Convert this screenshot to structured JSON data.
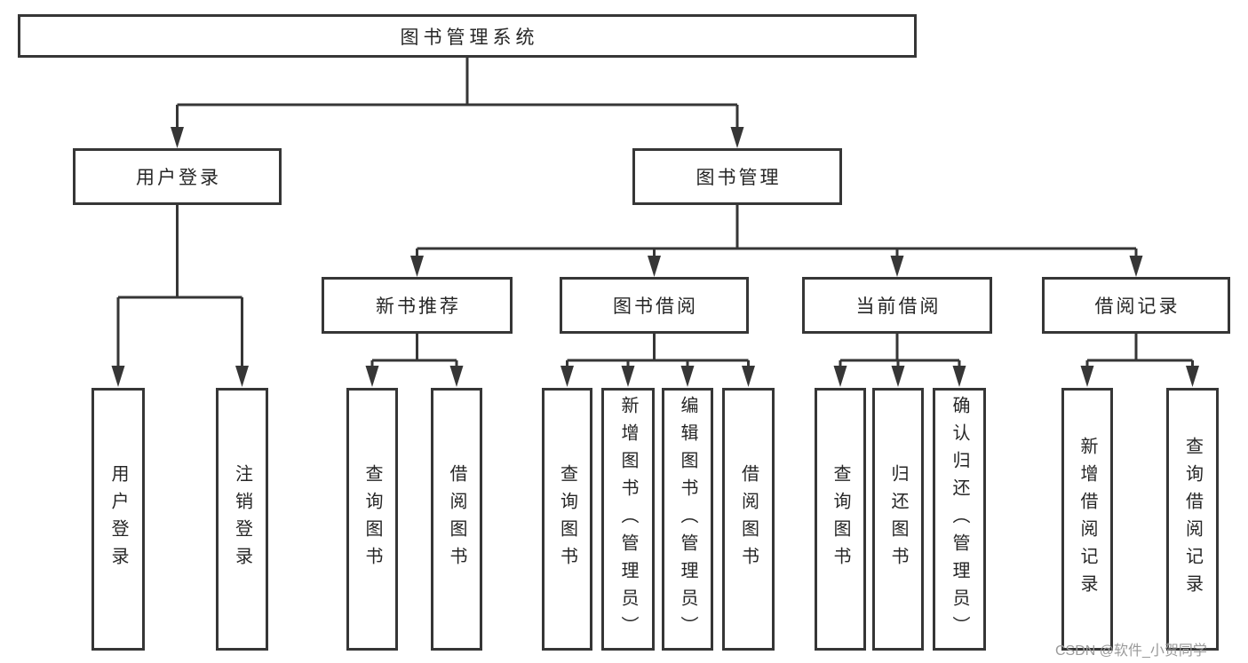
{
  "diagram": {
    "title": "图书管理系统",
    "branches": [
      {
        "label": "用户登录",
        "children": [
          {
            "label": "用户登录"
          },
          {
            "label": "注销登录"
          }
        ]
      },
      {
        "label": "图书管理",
        "children": [
          {
            "label": "新书推荐",
            "children": [
              {
                "label": "查询图书"
              },
              {
                "label": "借阅图书"
              }
            ]
          },
          {
            "label": "图书借阅",
            "children": [
              {
                "label": "查询图书"
              },
              {
                "label": "新增图书（管理员）"
              },
              {
                "label": "编辑图书（管理员）"
              },
              {
                "label": "借阅图书"
              }
            ]
          },
          {
            "label": "当前借阅",
            "children": [
              {
                "label": "查询图书"
              },
              {
                "label": "归还图书"
              },
              {
                "label": "确认归还（管理员）"
              }
            ]
          },
          {
            "label": "借阅记录",
            "children": [
              {
                "label": "新增借阅记录"
              },
              {
                "label": "查询借阅记录"
              }
            ]
          }
        ]
      }
    ]
  },
  "watermark": {
    "text": "CSDN @软件_小贺同学"
  },
  "colors": {
    "line": "#363636",
    "text": "#262626",
    "background": "#ffffff",
    "watermark": "#9a9a9a"
  }
}
